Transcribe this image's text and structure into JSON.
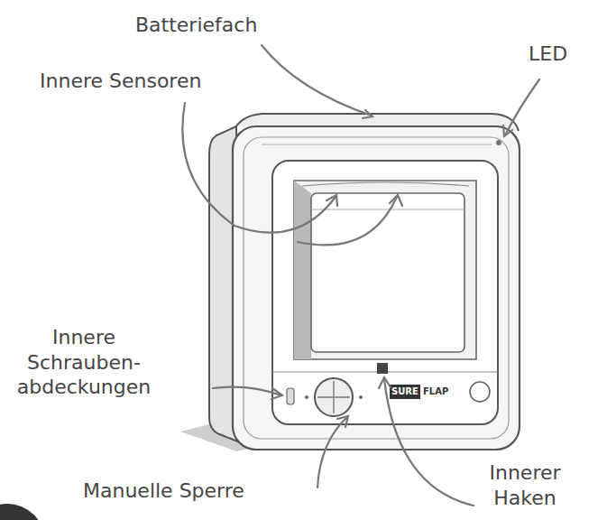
{
  "diagram": {
    "labels": [
      "Batteriefach",
      "LED",
      "Innere Sensoren",
      "Innere Schrauben- abdeckungen",
      "Manuelle Sperre",
      "Innerer Haken",
      "SURE",
      "FLAP"
    ]
  }
}
